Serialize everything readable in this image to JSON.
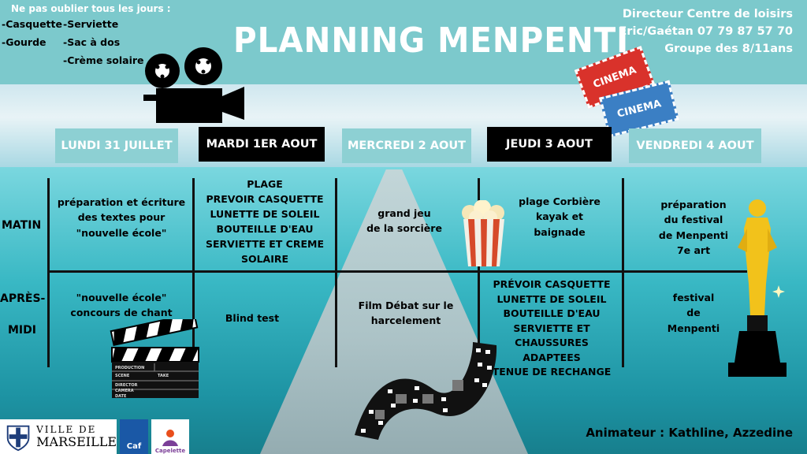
{
  "header": {
    "reminder_title": "Ne pas oublier tous les jours :",
    "reminders_col1": [
      "-Casquette",
      "-Gourde"
    ],
    "reminders_col2": [
      "-Serviette",
      "-Sac à dos",
      "-Crème solaire"
    ],
    "title": "PLANNING MENPENTI",
    "director_line": "Directeur Centre de loisirs",
    "contact_line": "Eric/Gaétan 07 79 87 57 70",
    "group_line": "Groupe des 8/11ans",
    "ticket_labels": [
      "CINEMA",
      "CINEMA"
    ]
  },
  "days": [
    {
      "label": "LUNDI 31 JUILLET",
      "style": "light"
    },
    {
      "label": "MARDI 1ER AOUT",
      "style": "dark"
    },
    {
      "label": "MERCREDI 2 AOUT",
      "style": "light"
    },
    {
      "label": "JEUDI 3 AOUT",
      "style": "dark"
    },
    {
      "label": "VENDREDI 4 AOUT",
      "style": "light"
    }
  ],
  "rows": {
    "matin": "MATIN",
    "apres_midi_1": "APRÈS-",
    "apres_midi_2": "MIDI"
  },
  "matin": [
    [
      "préparation et écriture",
      "des textes pour",
      "\"nouvelle école\""
    ],
    [
      "PLAGE",
      "PREVOIR CASQUETTE",
      "LUNETTE DE SOLEIL",
      "BOUTEILLE D'EAU",
      "SERVIETTE ET CREME",
      "SOLAIRE"
    ],
    [
      "grand jeu",
      "de la sorcière"
    ],
    [
      "plage Corbière",
      "kayak et",
      "baignade"
    ],
    [
      "préparation",
      "du festival",
      "de Menpenti",
      "7e art"
    ]
  ],
  "apres_midi": [
    [
      "\"nouvelle école\"",
      "concours de chant"
    ],
    [
      "Blind test"
    ],
    [
      "Film Débat sur le",
      "harcelement"
    ],
    [
      "PRÉVOIR CASQUETTE",
      "LUNETTE DE SOLEIL",
      "BOUTEILLE D'EAU",
      "SERVIETTE ET",
      "CHAUSSURES",
      "ADAPTEES",
      "TENUE DE RECHANGE"
    ],
    [
      "festival",
      "de",
      "Menpenti"
    ]
  ],
  "clapper_labels": [
    "PRODUCTION",
    "SCENE",
    "TAKE",
    "DIRECTOR",
    "CAMERA",
    "DATE"
  ],
  "footer": {
    "animateur": "Animateur : Kathline, Azzedine",
    "ville_de": "VILLE DE",
    "marseille": "MARSEILLE",
    "caf": "Caf",
    "capelette": "Capelette"
  },
  "colors": {
    "accent_teal": "#7cc9cc",
    "day_light": "#8dd0d3",
    "day_dark": "#000000",
    "ticket_red": "#d9322b",
    "ticket_blue": "#3b7fc4",
    "oscar_gold": "#f2c21b"
  }
}
